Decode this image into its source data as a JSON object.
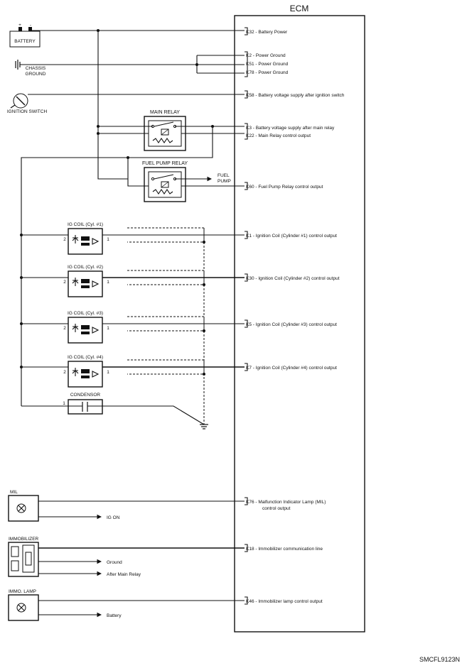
{
  "ecm": {
    "title": "ECM"
  },
  "pins": {
    "k32": "K32 - Battery Power",
    "k2": "K2 - Power Ground",
    "k51": "K51 - Power Ground",
    "k78": "K78 - Power Ground",
    "k58": "K58 - Battery voltage supply after ignition switch",
    "k3": "K3 - Battery voltage supply after main relay",
    "k22": "K22 - Main Relay control output",
    "k60": "K60 - Fuel Pump Relay control output",
    "k1": "K1 - Ignition Coil (Cylinder #1) control output",
    "k30": "K30 - Ignition Coil (Cylinder #2) control output",
    "k5": "K5 - Ignition Coil (Cylinder #3) control output",
    "k7": "K7 - Ignition Coil (Cylinder #4) control output",
    "k76_line1": "K76 - Malfunction Indicator Lamp (MIL)",
    "k76_line2": "control output",
    "k18": "K18 - Immobilizer communication line",
    "k46": "K46 - Immobilizer lamp control output"
  },
  "components": {
    "battery": "BATTERY",
    "chassis_ground_line1": "CHASSIS",
    "chassis_ground_line2": "GROUND",
    "ignition_switch": "IGNITION SWITCH",
    "main_relay": "MAIN RELAY",
    "fuel_pump_relay": "FUEL PUMP RELAY",
    "fuel_pump_line1": "FUEL",
    "fuel_pump_line2": "PUMP",
    "ig_coil_1": "IG COIL (Cyl. #1)",
    "ig_coil_2": "IG COIL (Cyl. #2)",
    "ig_coil_3": "IG COIL (Cyl. #3)",
    "ig_coil_4": "IG COIL (Cyl. #4)",
    "condensor": "CONDENSOR",
    "mil": "MIL",
    "immobilizer": "IMMOBILIZER",
    "immo_lamp": "IMMO. LAMP"
  },
  "pin_numbers": {
    "coil_pin_left": "2",
    "coil_pin_right": "1",
    "condensor_pin": "1"
  },
  "destinations": {
    "ig_on": "IG ON",
    "ground": "Ground",
    "after_main_relay": "After Main Relay",
    "battery": "Battery"
  },
  "figure_ref": "SMCFL9123N"
}
